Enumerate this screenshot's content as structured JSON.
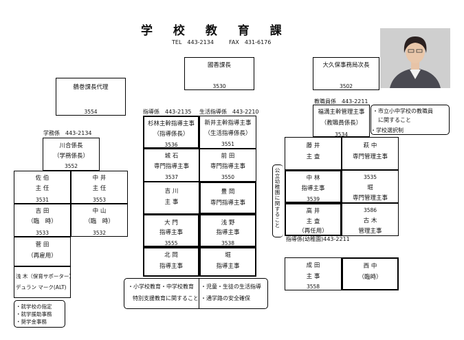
{
  "title": "学 校 教 育 課",
  "tel": "TEL　443-2134",
  "fax": "FAX　431-6176",
  "units": {
    "shido": "指導係　443-2135",
    "seikatsu": "生活指導係　443-2210",
    "gakumu": "学務係　443-2134",
    "kyoshokuin": "教職員係　443-2211",
    "youchien": "指導係(幼稚園)443-2211"
  },
  "boxes": {
    "kokka": {
      "name": "國香課長",
      "num": "3530"
    },
    "okubo": {
      "name": "大久保事務局次長",
      "num": "3502"
    },
    "tsurumaki": {
      "name": "鶴巻課長代理",
      "num": "3554"
    },
    "sugibayashi": {
      "l1": "杉林主幹指導主事",
      "l2": "（指導係長）",
      "num": "3536"
    },
    "niiigai": {
      "l1": "新井主幹指導主事",
      "l2": "（生活指導係長）",
      "num": "3551"
    },
    "fukumitsu": {
      "l1": "福満主幹管理主事",
      "l2": "（教職員係長）",
      "num": "3534"
    },
    "kawai": {
      "l1": "川合係長",
      "l2": "（学務係長）",
      "num": "3552"
    },
    "shiro": {
      "l1": "城 石",
      "l2": "専門指導主事",
      "num": "3537"
    },
    "maeda": {
      "l1": "前 田",
      "l2": "専門指導主事",
      "num": "3550"
    },
    "fujii": {
      "l1": "藤 井",
      "l2": "主 査"
    },
    "haginaka": {
      "l1": "萩 中",
      "l2": "専門管理主事"
    },
    "saeki": {
      "l1": "佐 伯",
      "l2": "主 任",
      "num": "3531"
    },
    "nakai": {
      "l1": "中 井",
      "l2": "主 任",
      "num": "3553"
    },
    "yoshikawa": {
      "l1": "吉 川",
      "l2": "主 事"
    },
    "toyooka": {
      "l1": "豊 岡",
      "l2": "専門指導主事"
    },
    "nakabayashi": {
      "l1": "中 林",
      "l2": "指導主事",
      "num": "3539"
    },
    "hori1": {
      "num": "3535",
      "l1": "堀",
      "l2": "専門管理主事"
    },
    "yoshida": {
      "l1": "吉 田",
      "l2": "（臨　時）",
      "num": "3533"
    },
    "nakayama": {
      "l1": "中 山",
      "l2": "（臨　時）",
      "num": "3532"
    },
    "takai": {
      "l1": "高 井",
      "l2": "主 査",
      "l3": "（再任用）"
    },
    "koki": {
      "num": "3586",
      "l1": "古 木",
      "l2": "管理主事"
    },
    "omon": {
      "l1": "大 門",
      "l2": "指導主事",
      "num": "3555"
    },
    "asano": {
      "l1": "浅 野",
      "l2": "指導主事",
      "num": "3538"
    },
    "sugata": {
      "l1": "菅 田",
      "l2": "（再雇用）"
    },
    "kitaoka": {
      "l1": "北 岡",
      "l2": "指導主事"
    },
    "hori2": {
      "l1": "堀",
      "l2": "指導主事"
    },
    "naruta": {
      "l1": "成 田",
      "l2": "主 事",
      "num": "3558"
    },
    "nishinaka": {
      "l1": "西 中",
      "l2": "（臨時）"
    },
    "asaki": {
      "l1": "浅 木（保育サポーター）",
      "l2": "デュラン マーク(ALT)"
    }
  },
  "notes": {
    "kyoshokuin": [
      "・市立小中学校の教職員",
      "　に関すること",
      "・学校選択制"
    ],
    "youchien_vertical": "公立幼稚園に関すること",
    "shido": [
      "・小学校教育・中学校教育",
      "特別支援教育に関すること"
    ],
    "seikatsu": [
      "・児童・生徒の生活指導",
      "・通学路の安全確保"
    ],
    "gakumu": [
      "・就学校の指定",
      "・就学援助事務",
      "・奨学金事務"
    ]
  },
  "photo": {
    "icon": "portrait-photo"
  }
}
